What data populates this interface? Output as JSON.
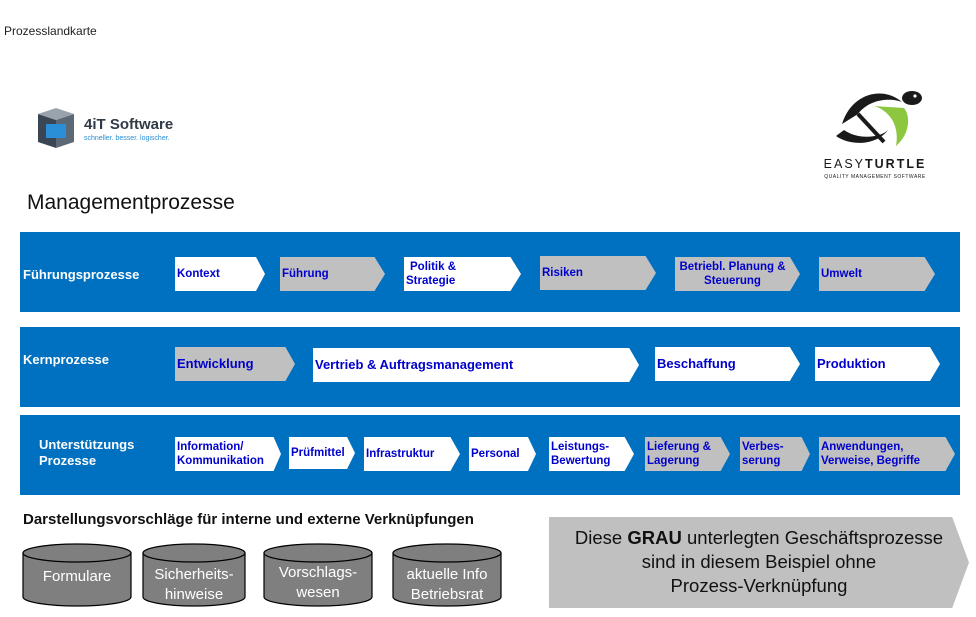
{
  "header": {
    "title": "Prozesslandkarte"
  },
  "logos": {
    "left": {
      "name": "4iT Software",
      "tagline": "schneller. besser. logischer."
    },
    "right": {
      "name_part1": "EASY",
      "name_part2": "TURTLE",
      "tagline": "QUALITY MANAGEMENT SOFTWARE"
    }
  },
  "section_title": "Managementprozesse",
  "rows": {
    "fuehrung": {
      "label": "Führungsprozesse",
      "items": [
        {
          "label": "Kontext",
          "fill": "white"
        },
        {
          "label": "Führung",
          "fill": "grey"
        },
        {
          "label_line1": "Politik &",
          "label_line2": "Strategie",
          "fill": "white"
        },
        {
          "label": "Risiken",
          "fill": "grey"
        },
        {
          "label_line1": "Betriebl. Planung &",
          "label_line2": "Steuerung",
          "fill": "grey"
        },
        {
          "label": "Umwelt",
          "fill": "grey"
        }
      ]
    },
    "kern": {
      "label": "Kernprozesse",
      "items": [
        {
          "label": "Entwicklung",
          "fill": "grey"
        },
        {
          "label": "Vertrieb & Auftragsmanagement",
          "fill": "white"
        },
        {
          "label": "Beschaffung",
          "fill": "white"
        },
        {
          "label": "Produktion",
          "fill": "white"
        }
      ]
    },
    "unterstuetzung": {
      "label_line1": "Unterstützungs",
      "label_line2": "Prozesse",
      "items": [
        {
          "label_line1": "Information/",
          "label_line2": "Kommunikation",
          "fill": "white"
        },
        {
          "label": "Prüfmittel",
          "fill": "white"
        },
        {
          "label": "Infrastruktur",
          "fill": "white"
        },
        {
          "label": "Personal",
          "fill": "white"
        },
        {
          "label_line1": "Leistungs-",
          "label_line2": "Bewertung",
          "fill": "white"
        },
        {
          "label_line1": "Lieferung &",
          "label_line2": "Lagerung",
          "fill": "grey"
        },
        {
          "label_line1": "Verbes-",
          "label_line2": "serung",
          "fill": "grey"
        },
        {
          "label_line1": "Anwendungen,",
          "label_line2": "Verweise, Begriffe",
          "fill": "grey"
        }
      ]
    }
  },
  "links_section": {
    "title": "Darstellungsvorschläge für interne und externe Verknüpfungen",
    "cylinders": [
      {
        "label": "Formulare"
      },
      {
        "label_line1": "Sicherheits-",
        "label_line2": "hinweise"
      },
      {
        "label_line1": "Vorschlags-",
        "label_line2": "wesen"
      },
      {
        "label_line1": "aktuelle Info",
        "label_line2": "Betriebsrat"
      }
    ]
  },
  "note": {
    "line1_pre": "Diese ",
    "line1_bold": "GRAU",
    "line1_post": " unterlegten Geschäftsprozesse",
    "line2": "sind in diesem Beispiel ohne",
    "line3": "Prozess-Verknüpfung"
  },
  "colors": {
    "band": "#0070c0",
    "chevron_text": "#0000cc",
    "grey_fill": "#c0c0c0",
    "cylinder": "#7f7f7f",
    "turtle_green": "#8dc63f"
  }
}
